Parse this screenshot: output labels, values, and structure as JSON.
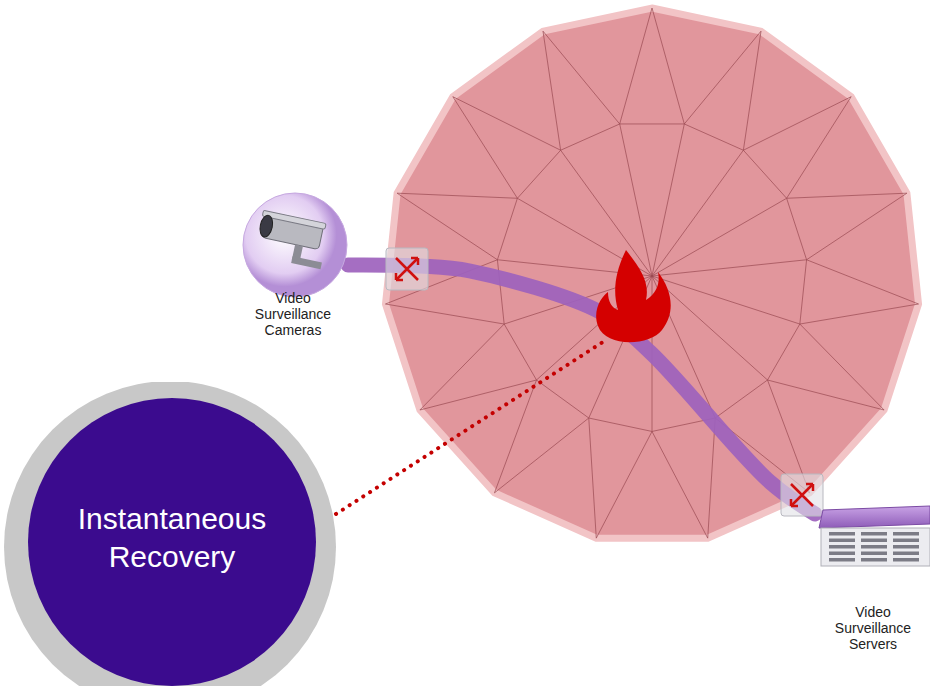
{
  "diagram": {
    "nodes": [
      {
        "text": [
          "Video Surveillance Cameras"
        ]
      },
      {
        "text": [
          "Instantaneous Recovery"
        ]
      },
      {
        "text": [
          "Video Surveillance Servers"
        ]
      }
    ],
    "edges": [
      {
        "from": 0,
        "to": 2,
        "arrow": "none"
      }
    ]
  }
}
